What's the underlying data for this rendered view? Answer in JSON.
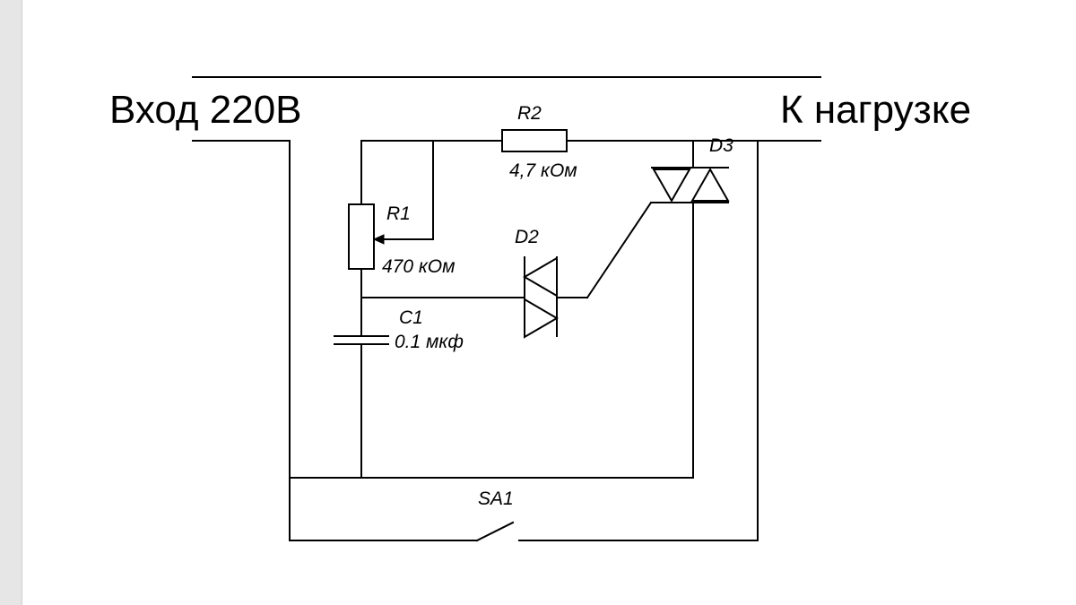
{
  "labels": {
    "input": "Вход 220В",
    "output": "К нагрузке"
  },
  "components": {
    "r2": {
      "designator": "R2",
      "value": "4,7 кОм"
    },
    "r1": {
      "designator": "R1",
      "value": "470 кОм"
    },
    "c1": {
      "designator": "C1",
      "value": "0.1 мкф"
    },
    "d2": {
      "designator": "D2"
    },
    "d3": {
      "designator": "D3"
    },
    "sa1": {
      "designator": "SA1"
    }
  }
}
